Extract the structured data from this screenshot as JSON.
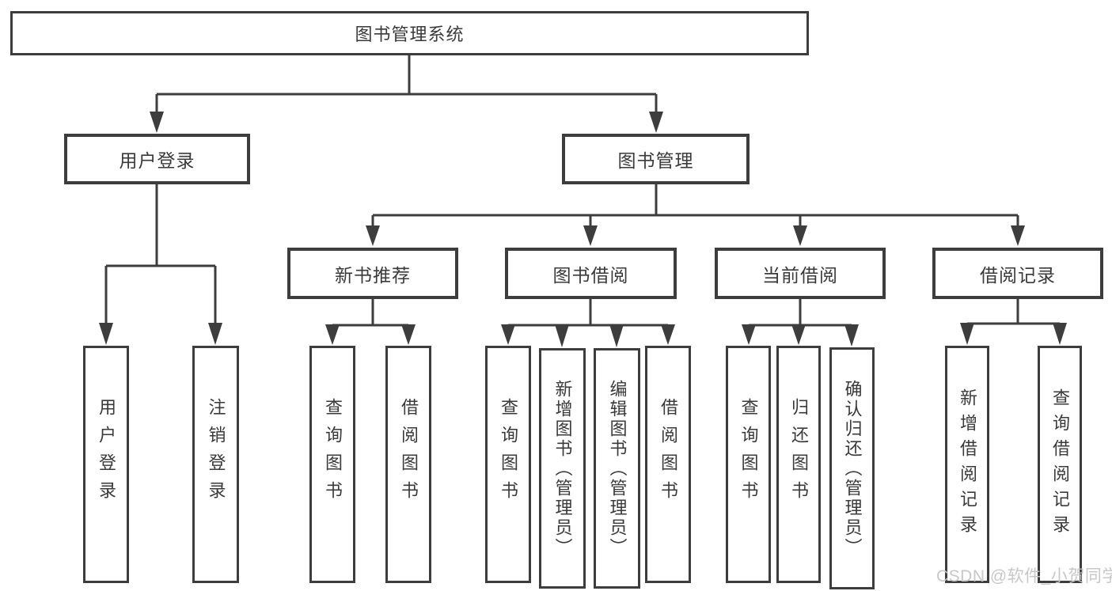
{
  "diagram_title": "图书管理系统",
  "watermark": "CSDN @软件_小贺同学",
  "colors": {
    "line": "#3d3d3d",
    "text": "#3a3a3a",
    "background": "#ffffff",
    "watermark": "#c6c6c6"
  },
  "nodes": {
    "root": {
      "label": "图书管理系统"
    },
    "user_login": {
      "label": "用户登录"
    },
    "book_mgmt": {
      "label": "图书管理"
    },
    "login": {
      "label": "用户登录"
    },
    "logout": {
      "label": "注销登录"
    },
    "new_books": {
      "label": "新书推荐"
    },
    "borrowing": {
      "label": "图书借阅"
    },
    "current": {
      "label": "当前借阅"
    },
    "records": {
      "label": "借阅记录"
    },
    "nb_query": {
      "label": "查询图书"
    },
    "nb_borrow": {
      "label": "借阅图书"
    },
    "bb_query": {
      "label": "查询图书"
    },
    "bb_add": {
      "label": "新增图书（管理员）"
    },
    "bb_edit": {
      "label": "编辑图书（管理员）"
    },
    "bb_borrow": {
      "label": "借阅图书"
    },
    "cb_query": {
      "label": "查询图书"
    },
    "cb_return": {
      "label": "归还图书"
    },
    "cb_confirm": {
      "label": "确认归还（管理员）"
    },
    "rec_add": {
      "label": "新增借阅记录"
    },
    "rec_query": {
      "label": "查询借阅记录"
    }
  },
  "hierarchy": {
    "图书管理系统": {
      "用户登录": [
        "用户登录",
        "注销登录"
      ],
      "图书管理": {
        "新书推荐": [
          "查询图书",
          "借阅图书"
        ],
        "图书借阅": [
          "查询图书",
          "新增图书（管理员）",
          "编辑图书（管理员）",
          "借阅图书"
        ],
        "当前借阅": [
          "查询图书",
          "归还图书",
          "确认归还（管理员）"
        ],
        "借阅记录": [
          "新增借阅记录",
          "查询借阅记录"
        ]
      }
    }
  }
}
